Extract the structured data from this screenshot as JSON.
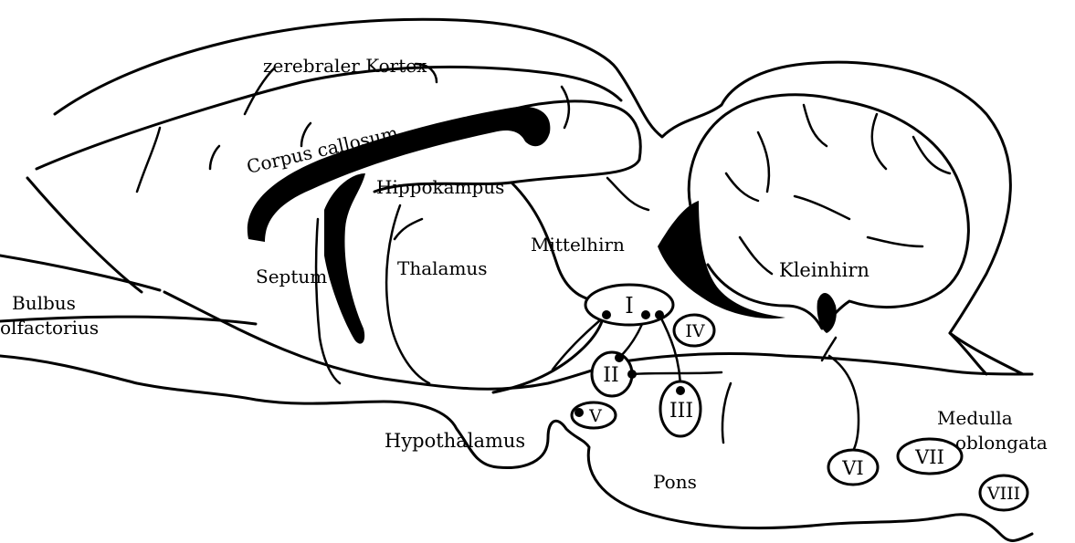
{
  "labels": {
    "cortex": "zerebraler Kortex",
    "corpus_callosum": "Corpus callosum",
    "hippocampus": "Hippokampus",
    "midbrain": "Mittelhirn",
    "cerebellum": "Kleinhirn",
    "olfactory_bulb_1": "Bulbus",
    "olfactory_bulb_2": "olfactorius",
    "septum": "Septum",
    "thalamus": "Thalamus",
    "hypothalamus": "Hypothalamus",
    "pons": "Pons",
    "medulla_1": "Medulla",
    "medulla_2": "oblongata"
  },
  "nuclei": [
    "I",
    "II",
    "III",
    "IV",
    "V",
    "VI",
    "VII",
    "VIII"
  ]
}
